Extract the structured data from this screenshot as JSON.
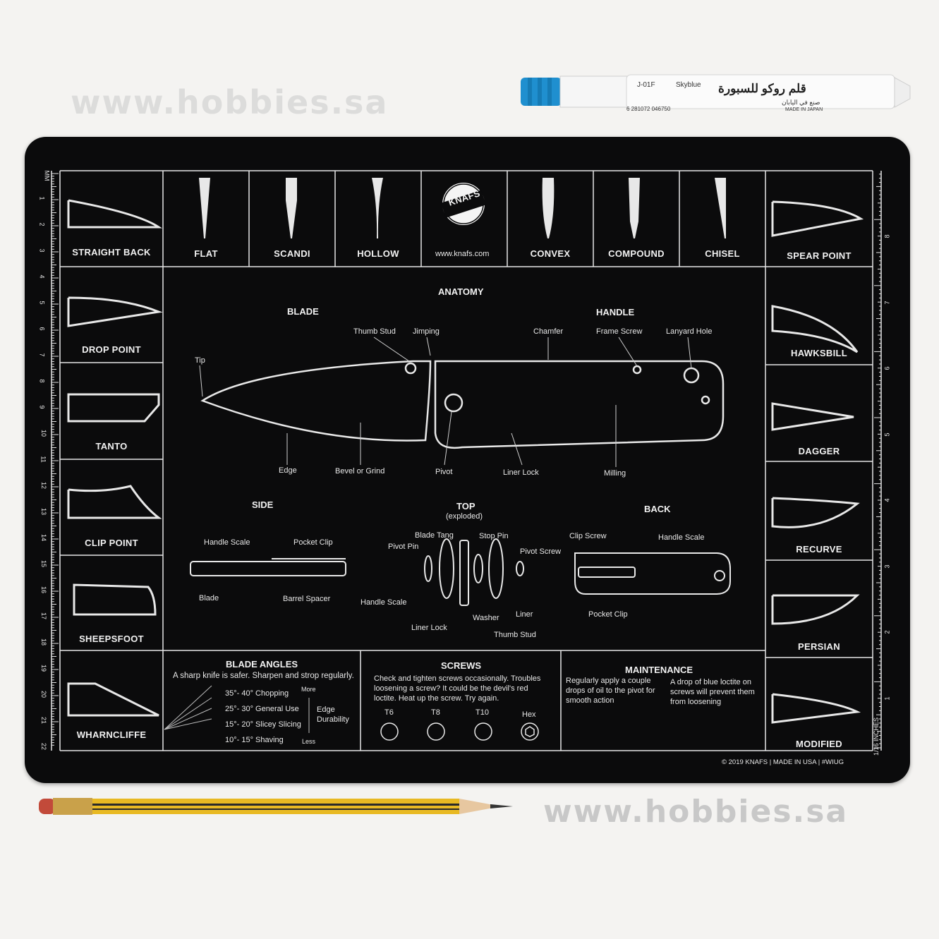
{
  "watermark": "www.hobbies.sa",
  "marker": {
    "code": "J-01F",
    "color_name": "Skyblue",
    "arabic_title": "قلم روكو للسبورة",
    "arabic_made": "صنع في اليابان",
    "made_in": "MADE IN JAPAN",
    "barcode": "6 281072 046750"
  },
  "mat": {
    "logo": "KNAFS",
    "url": "www.knafs.com",
    "copyright": "© 2019 KNAFS | MADE IN USA | #WIUG",
    "ruler_units_left": "MM",
    "ruler_units_right": "1/16 INCHES",
    "ruler_left_numbers": [
      "1",
      "2",
      "3",
      "4",
      "5",
      "6",
      "7",
      "8",
      "9",
      "10",
      "11",
      "12",
      "13",
      "14",
      "15",
      "16",
      "17",
      "18",
      "19",
      "20",
      "21",
      "22"
    ],
    "ruler_right_numbers": [
      "8",
      "7",
      "6",
      "5",
      "4",
      "3",
      "2",
      "1"
    ],
    "grinds": [
      "FLAT",
      "SCANDI",
      "HOLLOW",
      "CONVEX",
      "COMPOUND",
      "CHISEL"
    ],
    "left_shapes": [
      "STRAIGHT BACK",
      "DROP POINT",
      "TANTO",
      "CLIP POINT",
      "SHEEPSFOOT",
      "WHARNCLIFFE"
    ],
    "right_shapes": [
      "SPEAR POINT",
      "HAWKSBILL",
      "DAGGER",
      "RECURVE",
      "PERSIAN",
      "MODIFIED"
    ],
    "anatomy": {
      "title": "ANATOMY",
      "blade_heading": "BLADE",
      "handle_heading": "HANDLE",
      "labels": {
        "tip": "Tip",
        "thumb_stud": "Thumb Stud",
        "jimping": "Jimping",
        "chamfer": "Chamfer",
        "frame_screw": "Frame Screw",
        "lanyard_hole": "Lanyard Hole",
        "edge": "Edge",
        "bevel": "Bevel or Grind",
        "pivot": "Pivot",
        "liner_lock": "Liner Lock",
        "milling": "Milling"
      }
    },
    "side": {
      "heading": "SIDE",
      "handle_scale": "Handle Scale",
      "pocket_clip": "Pocket Clip",
      "blade": "Blade",
      "barrel_spacer": "Barrel Spacer"
    },
    "top": {
      "heading": "TOP",
      "sub": "(exploded)",
      "blade_tang": "Blade Tang",
      "stop_pin": "Stop Pin",
      "pivot_pin": "Pivot Pin",
      "pivot_screw": "Pivot Screw",
      "handle_scale": "Handle Scale",
      "liner_lock": "Liner Lock",
      "washer": "Washer",
      "liner": "Liner",
      "thumb_stud": "Thumb Stud"
    },
    "back": {
      "heading": "BACK",
      "clip_screw": "Clip Screw",
      "handle_scale": "Handle Scale",
      "pocket_clip": "Pocket Clip"
    },
    "blade_angles": {
      "heading": "BLADE ANGLES",
      "text": "A sharp knife is safer. Sharpen and strop regularly.",
      "rows": [
        "35°- 40° Chopping",
        "25°- 30° General Use",
        "15°- 20° Slicey Slicing",
        "10°- 15° Shaving"
      ],
      "more": "More",
      "less": "Less",
      "edge": "Edge",
      "durability": "Durability"
    },
    "screws": {
      "heading": "SCREWS",
      "text": "Check and tighten screws occasionally. Troubles loosening a screw? It could be the devil's red loctite. Heat up the screw. Try again.",
      "types": [
        "T6",
        "T8",
        "T10",
        "Hex"
      ]
    },
    "maintenance": {
      "heading": "MAINTENANCE",
      "left": "Regularly apply a couple drops of oil to the pivot for smooth action",
      "right": "A drop of blue loctite on screws will prevent them from loosening"
    }
  },
  "colors": {
    "mat": "#0b0b0c",
    "lines": "#e6e6e6",
    "marker_cap": "#1f8fcf",
    "pencil": "#e8b923",
    "background": "#f4f3f1"
  }
}
